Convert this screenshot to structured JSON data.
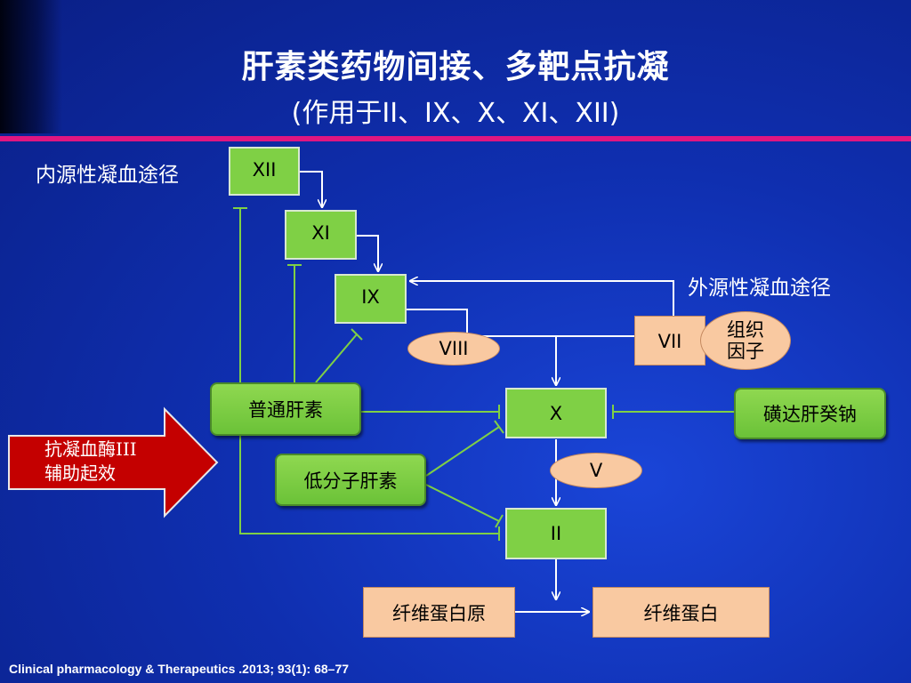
{
  "header": {
    "title": "肝素类药物间接、多靶点抗凝",
    "subtitle": "(作用于II、IX、X、XI、XII)"
  },
  "labels": {
    "intrinsic_pathway": "内源性凝血途径",
    "extrinsic_pathway": "外源性凝血途径"
  },
  "factors": {
    "xii": "XII",
    "xi": "XI",
    "ix": "IX",
    "viii": "VIII",
    "vii": "VII",
    "tissue_factor": "组织\n因子",
    "x": "X",
    "v": "V",
    "ii": "II",
    "fibrinogen": "纤维蛋白原",
    "fibrin": "纤维蛋白"
  },
  "drugs": {
    "heparin": "普通肝素",
    "lmwh": "低分子肝素",
    "fondaparinux": "磺达肝癸钠"
  },
  "arrow_label": "抗凝血酶III\n辅助起效",
  "citation": "Clinical pharmacology & Therapeutics .2013; 93(1): 68–77",
  "colors": {
    "background": "#0f2fb0",
    "divider": "#e01680",
    "factor_green": "#7fd045",
    "peach": "#f9c9a1",
    "arrow_red": "#c40000",
    "line_color": "#ffffff",
    "inhibit_line": "#7fd045"
  }
}
